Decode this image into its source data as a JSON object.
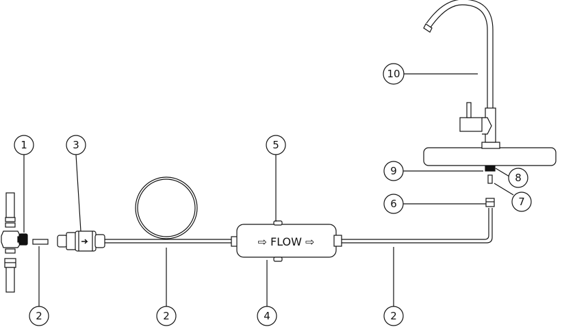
{
  "diagram": {
    "filter_label": "⇨ FLOW ⇨",
    "callouts": [
      {
        "id": "c1",
        "number": "1"
      },
      {
        "id": "c2a",
        "number": "2"
      },
      {
        "id": "c3",
        "number": "3"
      },
      {
        "id": "c2b",
        "number": "2"
      },
      {
        "id": "c5",
        "number": "5"
      },
      {
        "id": "c4",
        "number": "4"
      },
      {
        "id": "c2c",
        "number": "2"
      },
      {
        "id": "c6",
        "number": "6"
      },
      {
        "id": "c7",
        "number": "7"
      },
      {
        "id": "c8",
        "number": "8"
      },
      {
        "id": "c9",
        "number": "9"
      },
      {
        "id": "c10",
        "number": "10"
      }
    ]
  }
}
